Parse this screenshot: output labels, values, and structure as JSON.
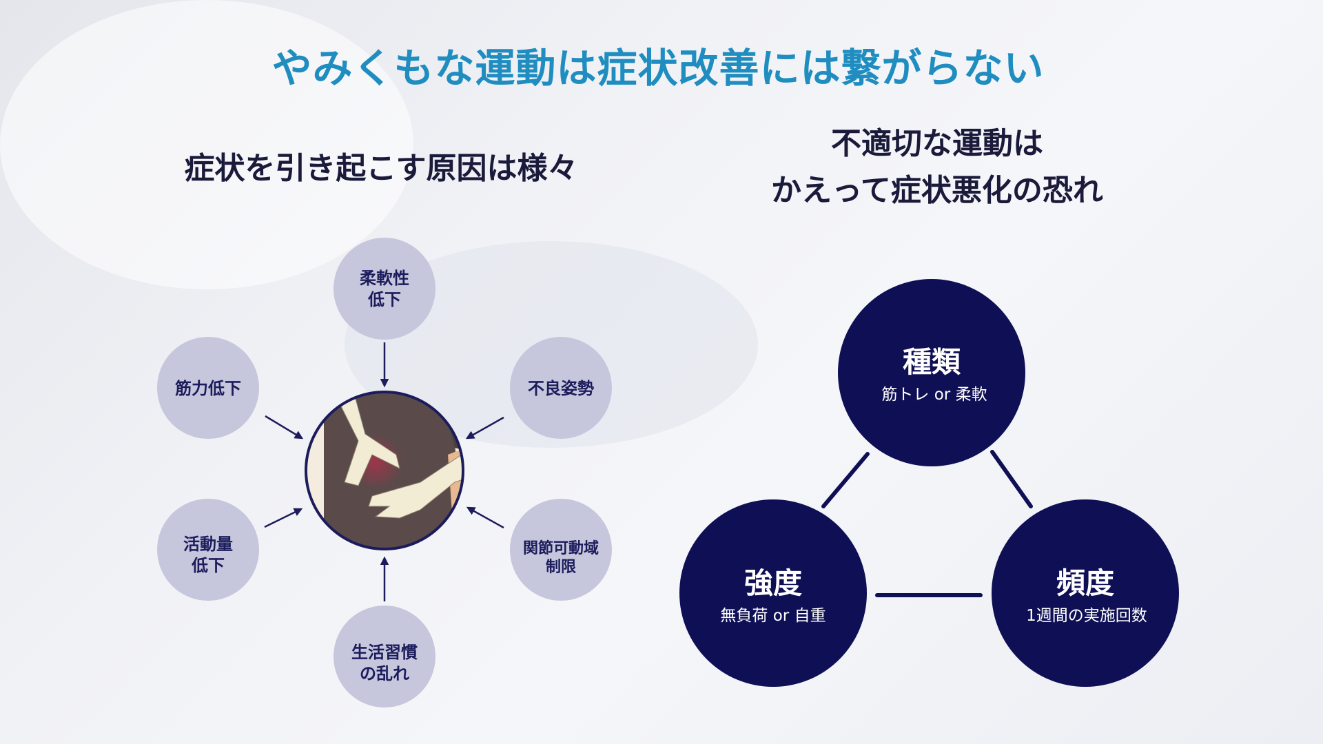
{
  "title": "やみくもな運動は症状改善には繋がらない",
  "left": {
    "heading": "症状を引き起こす原因は様々",
    "causes": [
      {
        "lines": [
          "柔軟性",
          "低下"
        ]
      },
      {
        "lines": [
          "筋力低下"
        ]
      },
      {
        "lines": [
          "不良姿勢"
        ]
      },
      {
        "lines": [
          "活動量",
          "低下"
        ]
      },
      {
        "lines": [
          "関節可動域",
          "制限"
        ]
      },
      {
        "lines": [
          "生活習慣",
          "の乱れ"
        ]
      }
    ],
    "center_image": "back-pain-illustration"
  },
  "right": {
    "heading_lines": [
      "不適切な運動は",
      "かえって症状悪化の恐れ"
    ],
    "factors": [
      {
        "title": "種類",
        "detail": "筋トレ or 柔軟"
      },
      {
        "title": "強度",
        "detail": "無負荷 or 自重"
      },
      {
        "title": "頻度",
        "detail": "1週間の実施回数"
      }
    ]
  },
  "colors": {
    "title": "#1f8dbf",
    "navy": "#0f0f55",
    "cause_circle": "#c6c6dc"
  }
}
